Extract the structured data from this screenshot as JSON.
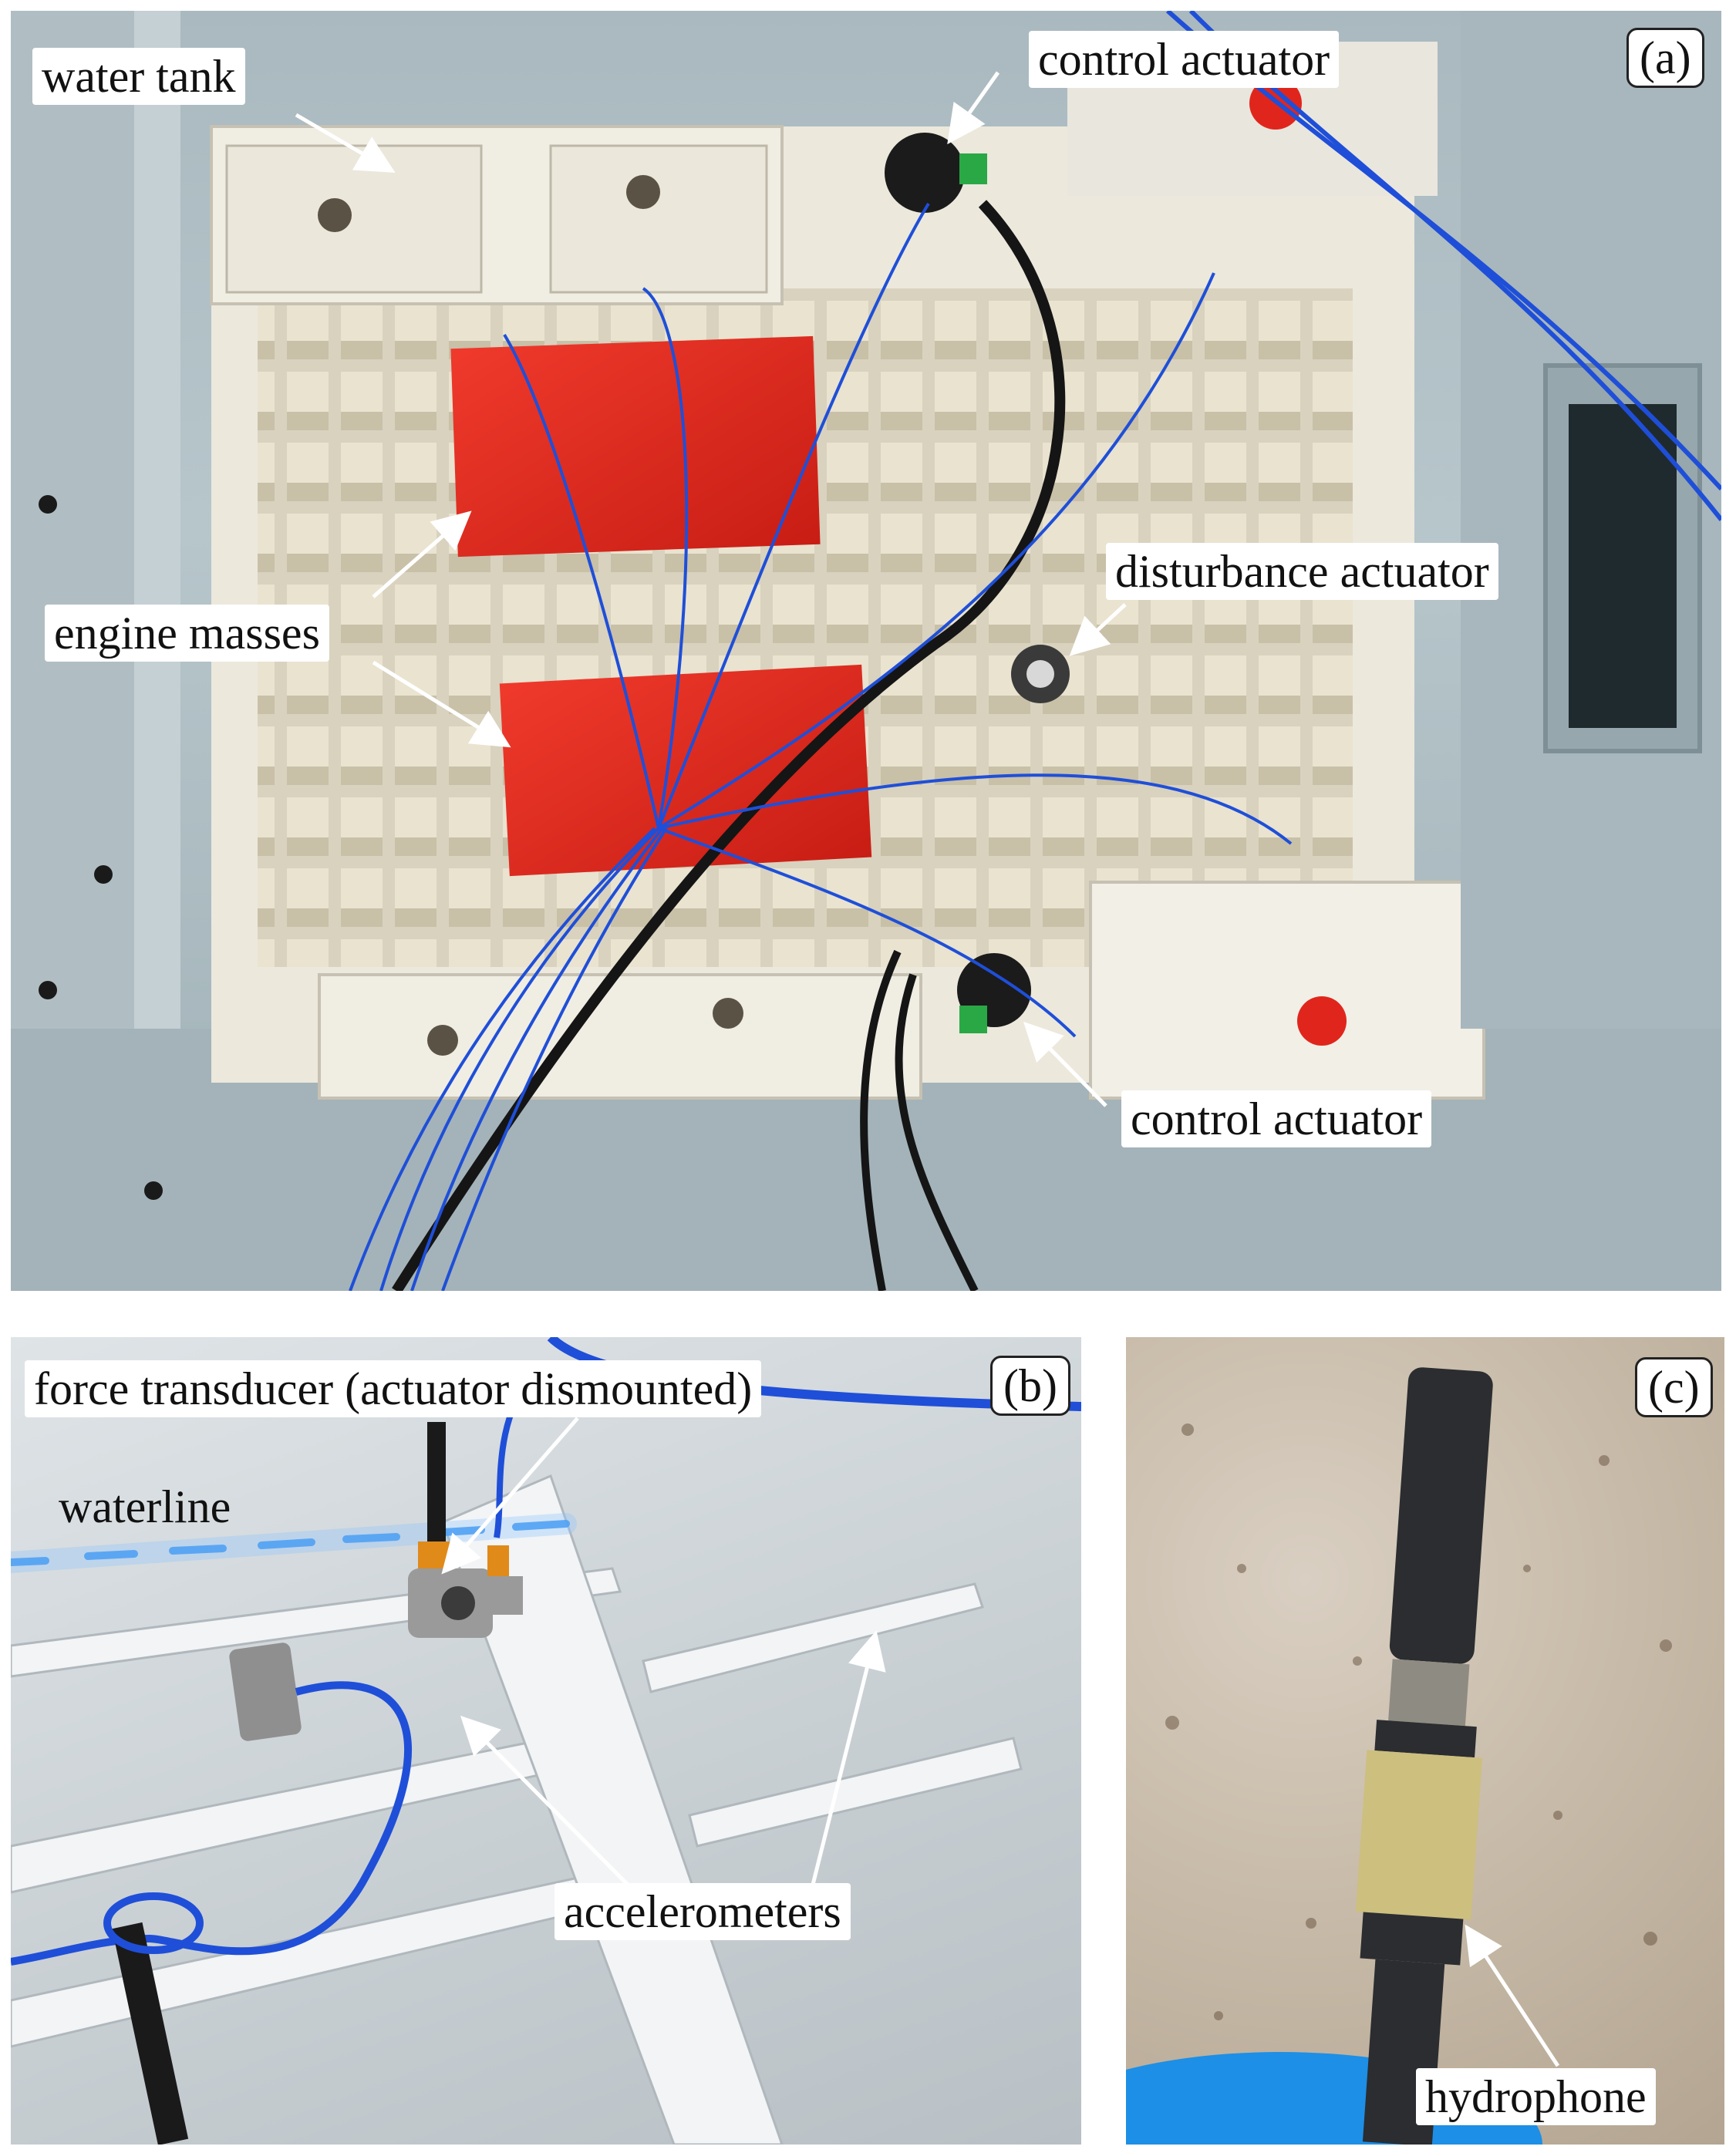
{
  "panel_a": {
    "tag": "(a)",
    "labels": {
      "water_tank": "water tank",
      "control_actuator_top": "control actuator",
      "disturbance_actuator": "disturbance actuator",
      "engine_masses": "engine masses",
      "control_actuator_bottom": "control actuator"
    }
  },
  "panel_b": {
    "tag": "(b)",
    "labels": {
      "force_transducer": "force transducer (actuator dismounted)",
      "waterline": "waterline",
      "accelerometers": "accelerometers"
    }
  },
  "panel_c": {
    "tag": "(c)",
    "labels": {
      "hydrophone": "hydrophone"
    }
  },
  "colors": {
    "engine_mass_red": "#e0261c",
    "cable_blue": "#1f4fd8",
    "frame_white": "#ece8dc",
    "hull_grey": "#a9b9bf",
    "waterline_blue": "#2f8ff0"
  }
}
